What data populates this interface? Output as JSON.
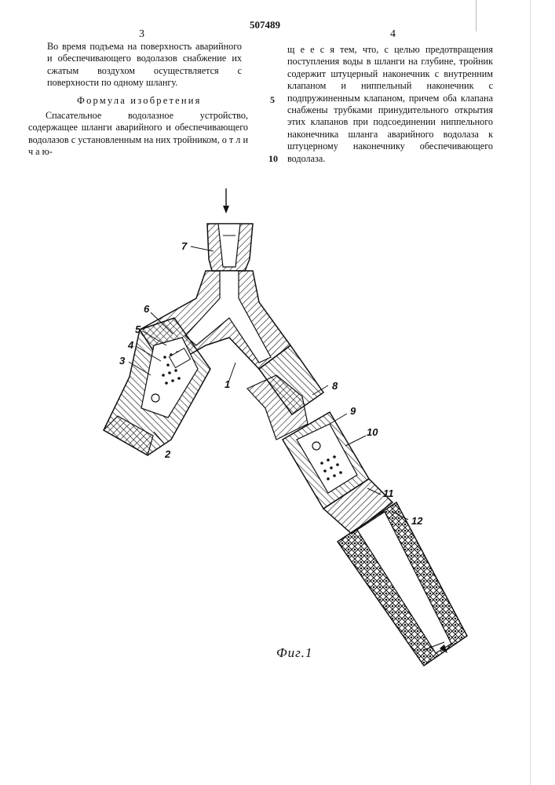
{
  "header": {
    "patent_number": "507489",
    "left_column_number": "3",
    "right_column_number": "4"
  },
  "left_column": {
    "paragraph1": "Во время подъема на поверхность аварийного и обеспечивающего водолазов снабжение их сжатым воздухом осуществляется с поверхности по одному шлангу.",
    "heading": "Формула изобретения",
    "paragraph2": "Спасательное водолазное устройство, содержащее шланги аварийного и обеспечивающего водолазов с установленным на них тройником, о т л и ч а ю-"
  },
  "right_column": {
    "paragraph": "щ е е с я тем, что, с целью предотвращения поступления воды в шланги на глубине, тройник содержит штуцерный наконечник с внутренним клапаном и ниппельный наконечник с подпружиненным клапаном, причем оба клапана снабжены трубками принудительного открытия этих клапанов при подсоединении ниппельного наконечника шланга аварийного водолаза к штуцерному наконечнику обеспечивающего водолаза."
  },
  "line_numbers": {
    "five": "5",
    "ten": "10"
  },
  "figure": {
    "caption": "Фиг.1",
    "callouts": [
      "1",
      "2",
      "3",
      "4",
      "5",
      "6",
      "7",
      "8",
      "9",
      "10",
      "11",
      "12"
    ]
  }
}
